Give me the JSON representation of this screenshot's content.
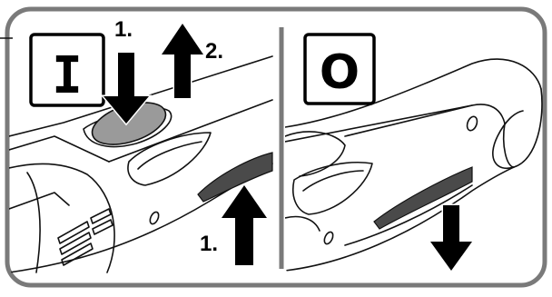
{
  "figure": {
    "panels": [
      {
        "symbol": "I",
        "steps": [
          {
            "label": "1.",
            "direction": "down"
          },
          {
            "label": "2.",
            "direction": "up"
          },
          {
            "label": "1.",
            "direction": "up"
          }
        ]
      },
      {
        "symbol": "O",
        "steps": [
          {
            "direction": "down"
          }
        ]
      }
    ],
    "colors": {
      "background": "#ffffff",
      "frame": "#7a7a7a",
      "line": "#111111",
      "arrow": "#000000",
      "switch_fill": "#9a9a9a",
      "grip_fill": "#4a4a4a"
    }
  }
}
